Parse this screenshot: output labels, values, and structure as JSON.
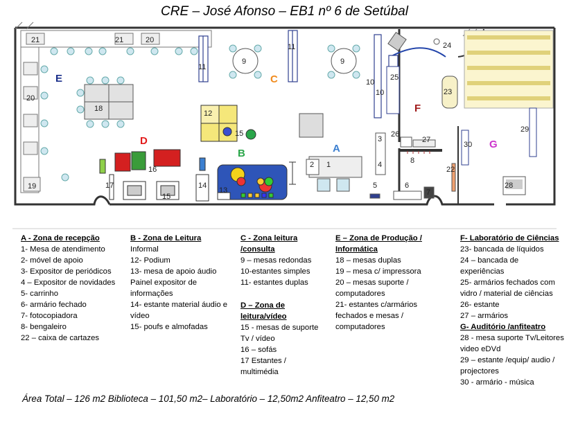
{
  "title": "CRE – José Afonso – EB1 nº 6 de Setúbal",
  "zones_on_plan": [
    "A",
    "B",
    "C",
    "D",
    "E",
    "F",
    "G"
  ],
  "numbers_on_plan": [
    "21",
    "21",
    "20",
    "E",
    "20",
    "18",
    "19",
    "D",
    "16",
    "17",
    "15",
    "14",
    "13",
    "12",
    "15",
    "B",
    "11",
    "11",
    "9",
    "9",
    "C",
    "10",
    "10",
    "25",
    "24",
    "23",
    "F",
    "26",
    "27",
    "3",
    "2",
    "1",
    "4",
    "A",
    "8",
    "5",
    "6",
    "7",
    "22",
    "30",
    "G",
    "29",
    "28"
  ],
  "legend": [
    {
      "heading": "A - Zona de recepção",
      "items": [
        "1- Mesa de atendimento",
        "2- móvel de apoio",
        "3- Expositor de periódicos",
        "4 – Expositor de novidades",
        "5- carrinho",
        "6- armário fechado",
        "7- fotocopiadora",
        "8- bengaleiro",
        "22 – caixa de cartazes"
      ]
    },
    {
      "heading": "B - Zona de Leitura",
      "items": [
        "Informal",
        "12- Podium",
        "13- mesa de apoio áudio",
        "Painel expositor de informações",
        "14- estante material áudio e vídeo",
        "15- poufs e almofadas"
      ]
    },
    {
      "heading": "C - Zona leitura /consulta",
      "items": [
        "9 – mesas redondas",
        "10-estantes simples",
        "11- estantes duplas"
      ]
    },
    {
      "heading": "D – Zona de leitura/vídeo",
      "items": [
        "15 - mesas de suporte Tv / vídeo",
        "16 – sofás",
        "17 Estantes / multimédia"
      ]
    },
    {
      "heading": "E – Zona de Produção / Informática",
      "items": [
        "18 – mesas duplas",
        "19 – mesa c/ impressora",
        "20 – mesas suporte / computadores",
        "21- estantes c/armários fechados e mesas / computadores"
      ]
    },
    {
      "heading": "F- Laboratório de Ciências",
      "items": [
        "23- bancada de líquidos",
        "24 – bancada de experiências",
        "25- armários fechados com vidro / material de ciências",
        "26- estante",
        "27 – armários"
      ]
    },
    {
      "heading": "G- Auditório /anfiteatro",
      "items": [
        "28 - mesa suporte Tv/Leitores video eDVd",
        "29 – estante /equip/ audio / projectores",
        "30 - armário - música"
      ]
    }
  ],
  "total": "Área Total – 126 m2 Biblioteca – 101,50 m2– Laboratório – 12,50m2 Anfiteatro – 12,50 m2",
  "colors": {
    "zone_E": "#1a2f8a",
    "zone_D": "#e21b1b",
    "zone_C": "#f08a1c",
    "zone_B": "#2aa64a",
    "zone_A": "#3b7fd0",
    "zone_F": "#a01a1a",
    "zone_G": "#cc33cc",
    "shelf": "#6f86c6",
    "sofa_red": "#d42020",
    "sofa_green": "#3a9c3a",
    "podium_yellow": "#f5e77a",
    "table_grey": "#dcdcdc",
    "lab_bench": "#f7f1c8",
    "rug": "#2e55b8"
  }
}
